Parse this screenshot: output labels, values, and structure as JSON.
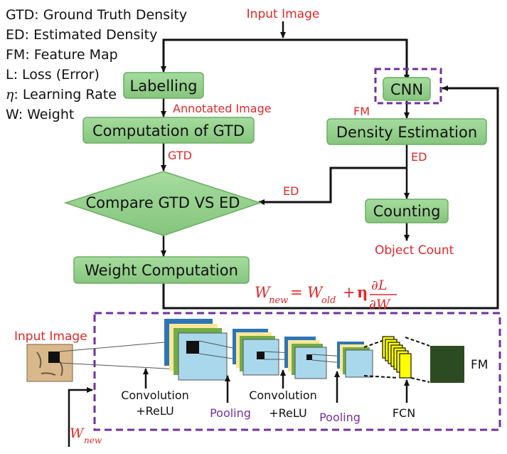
{
  "legend": [
    {
      "abbr": "GTD",
      "text": ": Ground Truth Density"
    },
    {
      "abbr": "ED",
      "text": ": Estimated Density"
    },
    {
      "abbr": "FM",
      "text": ": Feature Map"
    },
    {
      "abbr": "L",
      "text": ": Loss (Error)"
    },
    {
      "abbr": "η",
      "text": ": Learning Rate"
    },
    {
      "abbr": "W",
      "text": ": Weight"
    }
  ],
  "flow": {
    "input_image": "Input Image",
    "labelling": "Labelling",
    "annotated_image": "Annotated Image",
    "computation_gtd": "Computation of GTD",
    "gtd": "GTD",
    "compare": "Compare GTD VS ED",
    "ed_left": "ED",
    "weight_computation": "Weight Computation",
    "cnn": "CNN",
    "fm": "FM",
    "density_estimation": "Density Estimation",
    "ed_right": "ED",
    "counting": "Counting",
    "object_count": "Object Count"
  },
  "formula": {
    "w_new": "W",
    "w_new_sub": "new",
    "equals": "=",
    "w_old": "W",
    "w_old_sub": "old",
    "plus": "+",
    "eta": "η",
    "num": "∂L",
    "den": "∂W"
  },
  "cnn_detail": {
    "input_image": "Input Image",
    "conv1_line1": "Convolution",
    "conv1_line2": "+ReLU",
    "pool1": "Pooling",
    "conv2_line1": "Convolution",
    "conv2_line2": "+ReLU",
    "pool2": "Pooling",
    "fcn": "FCN",
    "fm": "FM",
    "w_new": "W",
    "w_new_sub": "new"
  },
  "colors": {
    "box_fill": "#92d18c",
    "box_stroke": "#5b9e55",
    "red_text": "#e02828",
    "purple": "#7030a0",
    "layer_blue": "#2e75b6",
    "layer_yellow": "#ffe699",
    "layer_green": "#70ad47",
    "layer_cyan": "#a9d8ec",
    "fcn_yellow": "#ffff00",
    "fm_dark": "#2d4b22"
  }
}
